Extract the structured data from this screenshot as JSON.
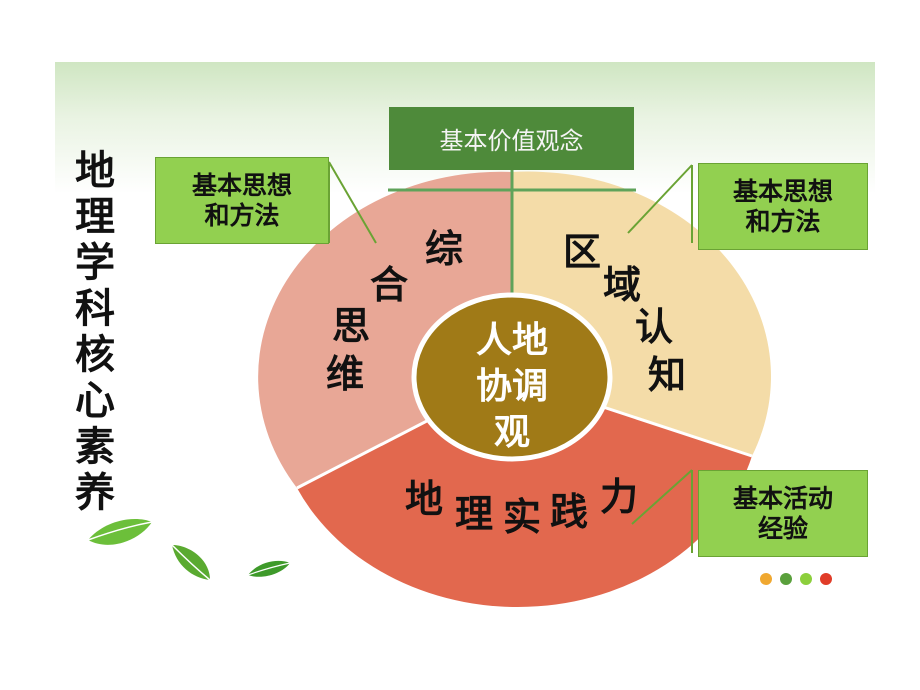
{
  "title": "地理学科核心素养",
  "top_box": "基本价值观念",
  "left_box": "基本思想\n和方法",
  "right_top_box": "基本思想\n和方法",
  "right_bottom_box": "基本活动\n经验",
  "center": [
    "人地",
    "协调",
    "观"
  ],
  "segments": {
    "left_chars": [
      "综",
      "合",
      "思",
      "维"
    ],
    "right_chars": [
      "区",
      "域",
      "认",
      "知"
    ],
    "bottom_chars": [
      "地",
      "理",
      "实",
      "践",
      "力"
    ]
  },
  "colors": {
    "left_segment": "#e8a796",
    "right_segment": "#f4dca8",
    "bottom_segment": "#e2684e",
    "center": "#a07a17",
    "box_green": "#92d050",
    "value_box": "#4e8a3a"
  },
  "icons": [
    "leaf-icon",
    "leaf-icon",
    "leaf-icon"
  ],
  "dot_colors": [
    "#f0a830",
    "#5aa03c",
    "#8ccf3c",
    "#e03c28"
  ]
}
